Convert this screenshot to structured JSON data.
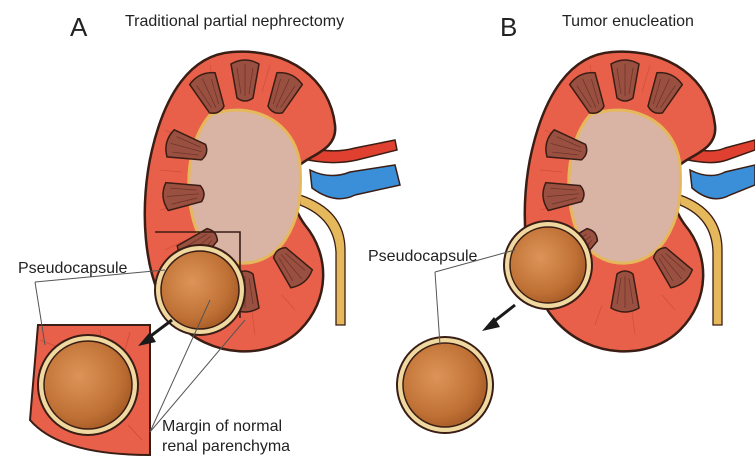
{
  "panels": [
    {
      "letter": "A",
      "title": "Traditional partial nephrectomy"
    },
    {
      "letter": "B",
      "title": "Tumor enucleation"
    }
  ],
  "labels": {
    "pseudocapsule_a": "Pseudocapsule",
    "pseudocapsule_b": "Pseudocapsule",
    "margin_line1": "Margin of normal",
    "margin_line2": "renal parenchyma"
  },
  "colors": {
    "cortex": "#e8604a",
    "medulla": "#9a5040",
    "sinus": "#d9b3a4",
    "collecting_system": "#e6b85c",
    "artery": "#e0402f",
    "vein": "#3a8fd8",
    "tumor": "#c77a3c",
    "capsule": "#f0d9a0",
    "outline": "#3a1d14"
  }
}
